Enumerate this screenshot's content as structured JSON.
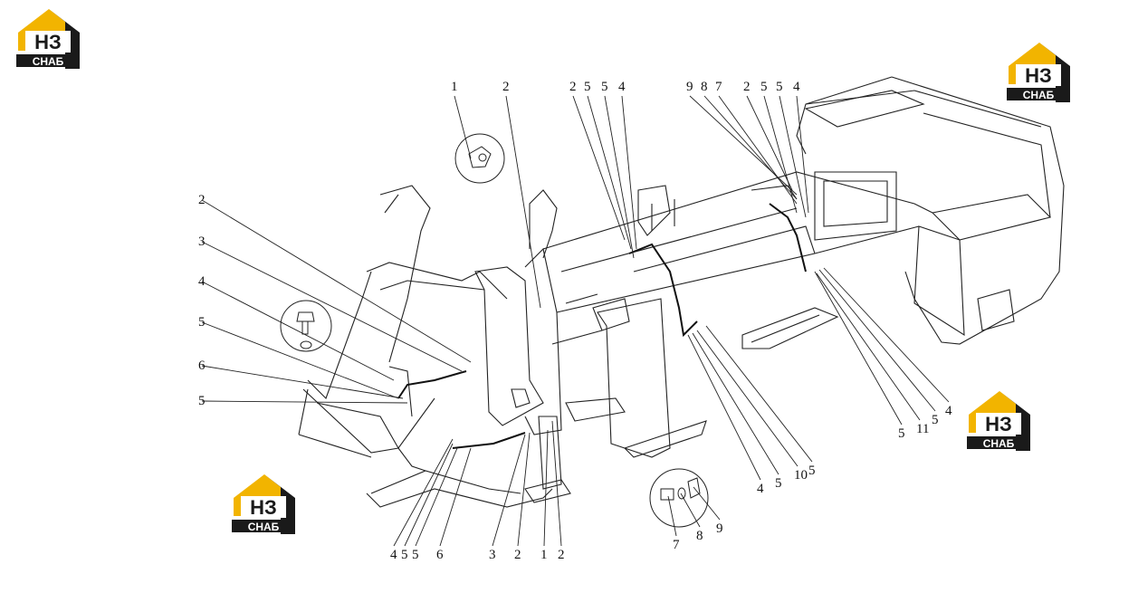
{
  "logo": {
    "brand_mark": "НЗ",
    "brand_text": "СНАБ",
    "colors": {
      "yellow": "#f2b400",
      "dark": "#1a1a1a",
      "white": "#ffffff"
    },
    "icon": "house-logo-icon"
  },
  "callouts": {
    "top": [
      "1",
      "2",
      "2",
      "5",
      "5",
      "4",
      "9",
      "8",
      "7",
      "2",
      "5",
      "5",
      "4"
    ],
    "left": [
      "2",
      "3",
      "4",
      "5",
      "6",
      "5"
    ],
    "bottom_left": [
      "4",
      "5",
      "5",
      "6",
      "3",
      "2",
      "1",
      "2"
    ],
    "bottom_center": [
      "7",
      "8",
      "9"
    ],
    "bottom_right": [
      "4",
      "5",
      "10",
      "5",
      "5",
      "11",
      "5",
      "4"
    ]
  },
  "colors": {
    "line": "#222222",
    "background": "#ffffff"
  }
}
